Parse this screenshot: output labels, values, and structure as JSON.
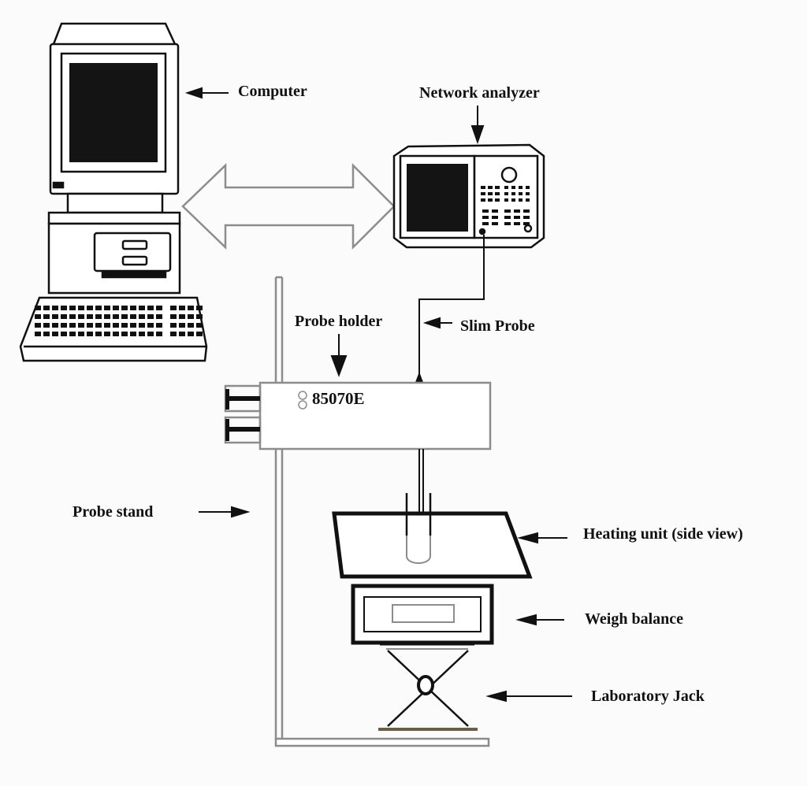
{
  "labels": {
    "computer": "Computer",
    "network_analyzer": "Network analyzer",
    "probe_holder": "Probe holder",
    "slim_probe": "Slim Probe",
    "probe_code": "85070E",
    "probe_stand": "Probe stand",
    "heating_unit": "Heating unit (side view)",
    "weigh_balance": "Weigh balance",
    "laboratory_jack": "Laboratory Jack"
  },
  "colors": {
    "line": "#111111",
    "outline": "#8c8c8c",
    "background": "#fbfbfb",
    "screen": "#141414"
  },
  "icons": {
    "computer": "computer-icon",
    "network_analyzer": "network-analyzer-icon",
    "bidirectional_link": "double-arrow-icon",
    "pointer": "arrow-icon"
  }
}
